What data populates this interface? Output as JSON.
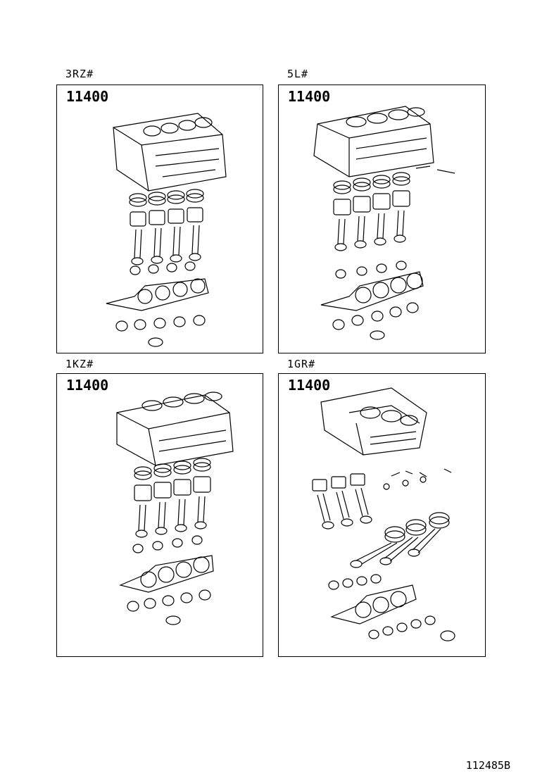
{
  "panels": [
    {
      "engine": "3RZ#",
      "part_number": "11400"
    },
    {
      "engine": "5L#",
      "part_number": "11400"
    },
    {
      "engine": "1KZ#",
      "part_number": "11400"
    },
    {
      "engine": "1GR#",
      "part_number": "11400"
    }
  ],
  "footer": {
    "illustration_code": "112485B"
  }
}
